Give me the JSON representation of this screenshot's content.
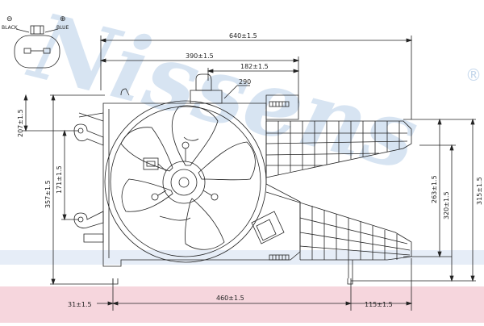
{
  "watermark": {
    "text": "Nissens",
    "registered": "®"
  },
  "connector": {
    "pin_labels": [
      "BLACK",
      "BLUE"
    ],
    "pin_symbols": [
      "⊖",
      "⊕"
    ]
  },
  "dimensions": {
    "overall_width": "640±1.5",
    "d390": "390±1.5",
    "d182": "182±1.5",
    "callout_290": "290",
    "height_207": "207±1.5",
    "height_357": "357±1.5",
    "height_171": "171±1.5",
    "height_263": "263±1.5",
    "height_320": "320±1.5",
    "height_315": "315±1.5",
    "bottom_31": "31±1.5",
    "bottom_460": "460±1.5",
    "bottom_115": "115±1.5"
  },
  "colors": {
    "line": "#222222",
    "watermark": "#b8cfe8",
    "band": "#f6d6dd"
  }
}
